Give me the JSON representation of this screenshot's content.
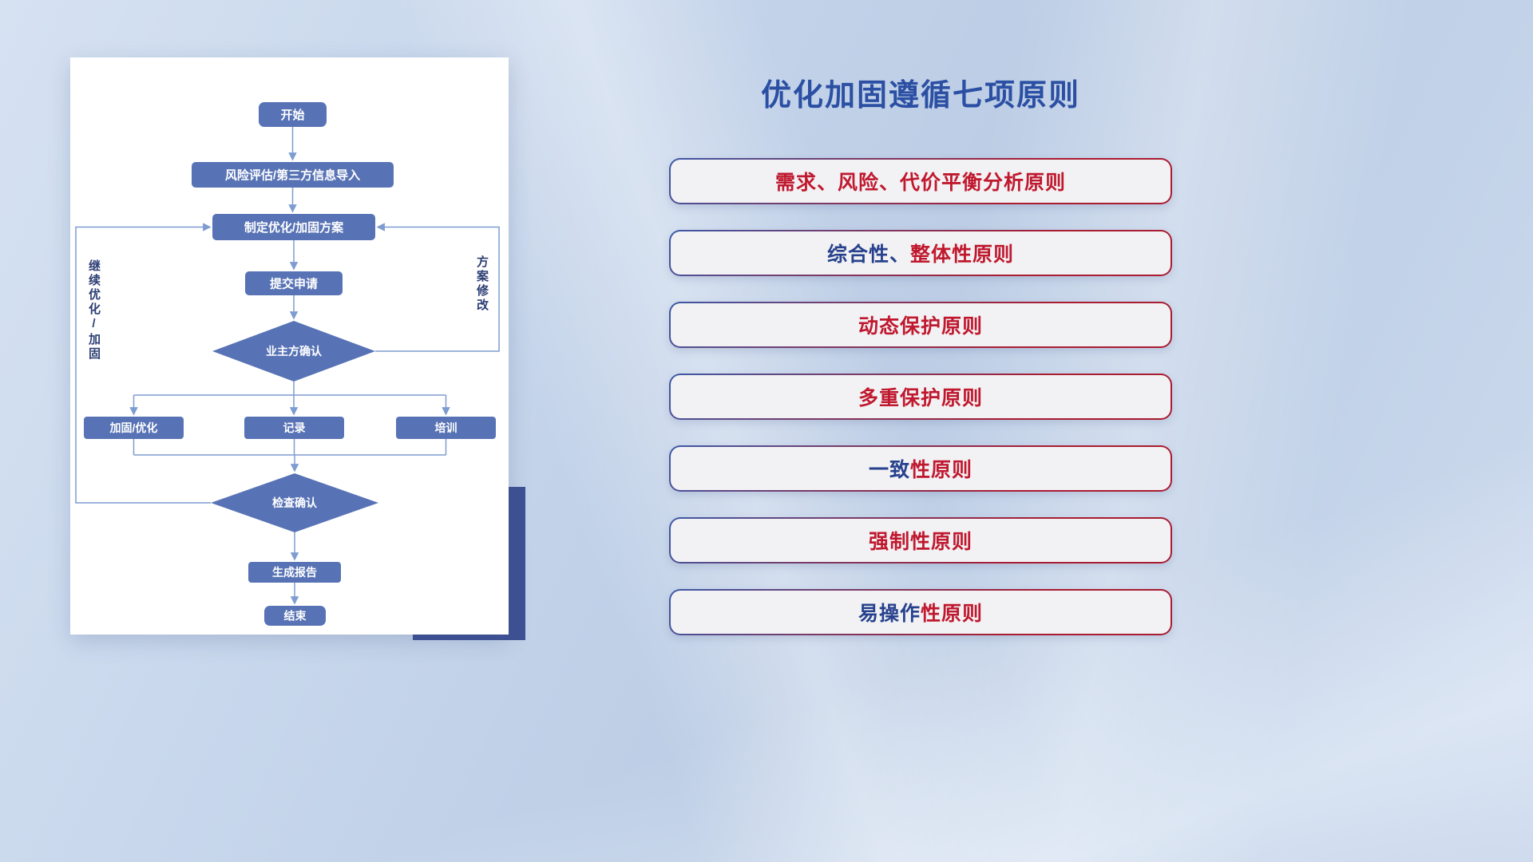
{
  "title": "优化加固遵循七项原则",
  "flowchart": {
    "nodes": {
      "start": "开始",
      "risk_import": "风险评估/第三方信息导入",
      "make_plan": "制定优化/加固方案",
      "submit": "提交申请",
      "owner_confirm": "业主方确认",
      "harden_optimize": "加固/优化",
      "record": "记录",
      "training": "培训",
      "check_confirm": "检查确认",
      "report": "生成报告",
      "end": "结束"
    },
    "loop_labels": {
      "continue_optimize": "继续优化/加固",
      "plan_modify": "方案修改"
    }
  },
  "principles": {
    "items": [
      {
        "segments": [
          {
            "text": "需求、风险、代价平衡分析原则",
            "color": "red"
          }
        ]
      },
      {
        "segments": [
          {
            "text": "综合性、",
            "color": "blue"
          },
          {
            "text": "整体性原则",
            "color": "red"
          }
        ]
      },
      {
        "segments": [
          {
            "text": "动态保护原则",
            "color": "red"
          }
        ]
      },
      {
        "segments": [
          {
            "text": "多重保护原则",
            "color": "red"
          }
        ]
      },
      {
        "segments": [
          {
            "text": "一致",
            "color": "blue"
          },
          {
            "text": "性原则",
            "color": "red"
          }
        ]
      },
      {
        "segments": [
          {
            "text": "强制性原则",
            "color": "red"
          }
        ]
      },
      {
        "segments": [
          {
            "text": "易操作",
            "color": "blue"
          },
          {
            "text": "性原则",
            "color": "red"
          }
        ]
      }
    ]
  },
  "colors": {
    "red": "#c0182e",
    "blue": "#27418d",
    "title_blue": "#2b4fa3",
    "node_fill": "#5873b5",
    "line": "#7f9cd1",
    "shadow_navy": "#3d5194"
  }
}
